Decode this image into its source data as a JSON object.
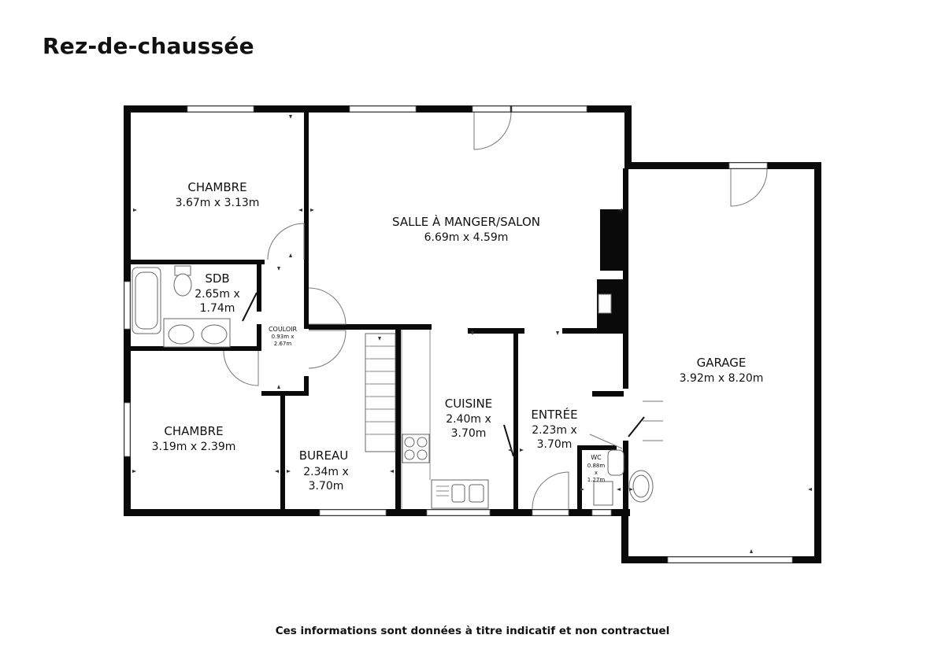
{
  "title": "Rez-de-chaussée",
  "footer": "Ces informations sont données à titre indicatif et non contractuel",
  "rooms": {
    "chambre1": {
      "name": "CHAMBRE",
      "dim": "3.67m x 3.13m"
    },
    "salon": {
      "name": "SALLE À MANGER/SALON",
      "dim": "6.69m x 4.59m"
    },
    "sdb": {
      "name": "SDB",
      "dim1": "2.65m x",
      "dim2": "1.74m"
    },
    "couloir": {
      "name": "COULOIR",
      "dim1": "0.93m x",
      "dim2": "2.67m"
    },
    "chambre2": {
      "name": "CHAMBRE",
      "dim": "3.19m x 2.39m"
    },
    "bureau": {
      "name": "BUREAU",
      "dim1": "2.34m x",
      "dim2": "3.70m"
    },
    "cuisine": {
      "name": "CUISINE",
      "dim1": "2.40m x",
      "dim2": "3.70m"
    },
    "entree": {
      "name": "ENTRÉE",
      "dim1": "2.23m x",
      "dim2": "3.70m"
    },
    "wc": {
      "name": "WC",
      "dim1": "0.88m",
      "dim2": "x",
      "dim3": "1.27m"
    },
    "garage": {
      "name": "GARAGE",
      "dim": "3.92m x 8.20m"
    }
  }
}
